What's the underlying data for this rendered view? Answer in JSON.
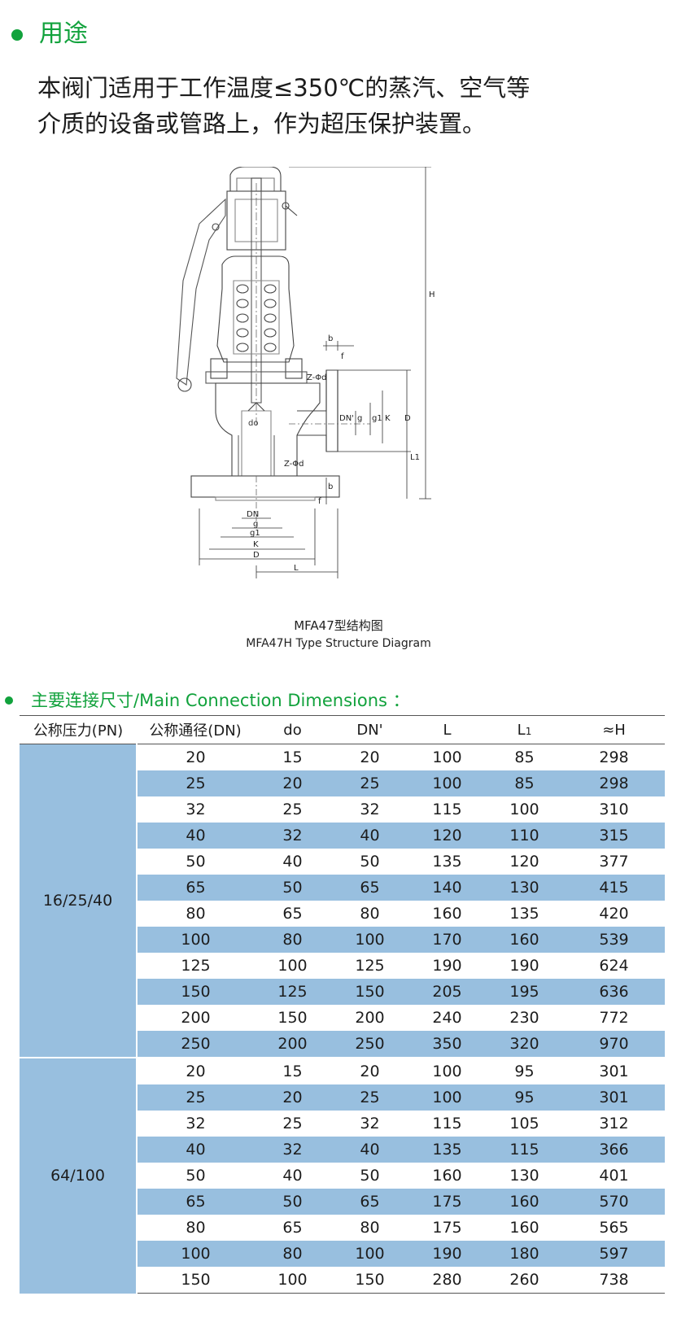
{
  "section": {
    "title": "用途",
    "intro": "本阀门适用于工作温度≤350℃的蒸汽、空气等介质的设备或管路上，作为超压保护装置。"
  },
  "diagram": {
    "labels": {
      "H": "H",
      "L1": "L1",
      "D": "D",
      "K": "K",
      "g1": "g1",
      "g": "g",
      "DN_prime": "DN'",
      "f": "f",
      "b": "b",
      "zd": "Z-Φd",
      "do": "do",
      "DN": "DN",
      "L": "L"
    },
    "caption_cn": "MFA47型结构图",
    "caption_en": "MFA47H Type Structure Diagram"
  },
  "dimensions": {
    "title": "主要连接尺寸/Main Connection Dimensions ：",
    "headers": {
      "pn": "公称压力(PN)",
      "dn": "公称通径(DN)",
      "do": "do",
      "dn_prime": "DN'",
      "l": "L",
      "l1_main": "L",
      "l1_sub": "1",
      "h": "≈H"
    },
    "groups": [
      {
        "pn": "16/25/40",
        "rows": [
          [
            "20",
            "15",
            "20",
            "100",
            "85",
            "298"
          ],
          [
            "25",
            "20",
            "25",
            "100",
            "85",
            "298"
          ],
          [
            "32",
            "25",
            "32",
            "115",
            "100",
            "310"
          ],
          [
            "40",
            "32",
            "40",
            "120",
            "110",
            "315"
          ],
          [
            "50",
            "40",
            "50",
            "135",
            "120",
            "377"
          ],
          [
            "65",
            "50",
            "65",
            "140",
            "130",
            "415"
          ],
          [
            "80",
            "65",
            "80",
            "160",
            "135",
            "420"
          ],
          [
            "100",
            "80",
            "100",
            "170",
            "160",
            "539"
          ],
          [
            "125",
            "100",
            "125",
            "190",
            "190",
            "624"
          ],
          [
            "150",
            "125",
            "150",
            "205",
            "195",
            "636"
          ],
          [
            "200",
            "150",
            "200",
            "240",
            "230",
            "772"
          ],
          [
            "250",
            "200",
            "250",
            "350",
            "320",
            "970"
          ]
        ]
      },
      {
        "pn": "64/100",
        "rows": [
          [
            "20",
            "15",
            "20",
            "100",
            "95",
            "301"
          ],
          [
            "25",
            "20",
            "25",
            "100",
            "95",
            "301"
          ],
          [
            "32",
            "25",
            "32",
            "115",
            "105",
            "312"
          ],
          [
            "40",
            "32",
            "40",
            "135",
            "115",
            "366"
          ],
          [
            "50",
            "40",
            "50",
            "160",
            "130",
            "401"
          ],
          [
            "65",
            "50",
            "65",
            "175",
            "160",
            "570"
          ],
          [
            "80",
            "65",
            "80",
            "175",
            "160",
            "565"
          ],
          [
            "100",
            "80",
            "100",
            "190",
            "180",
            "597"
          ],
          [
            "150",
            "100",
            "150",
            "280",
            "260",
            "738"
          ]
        ]
      }
    ]
  }
}
